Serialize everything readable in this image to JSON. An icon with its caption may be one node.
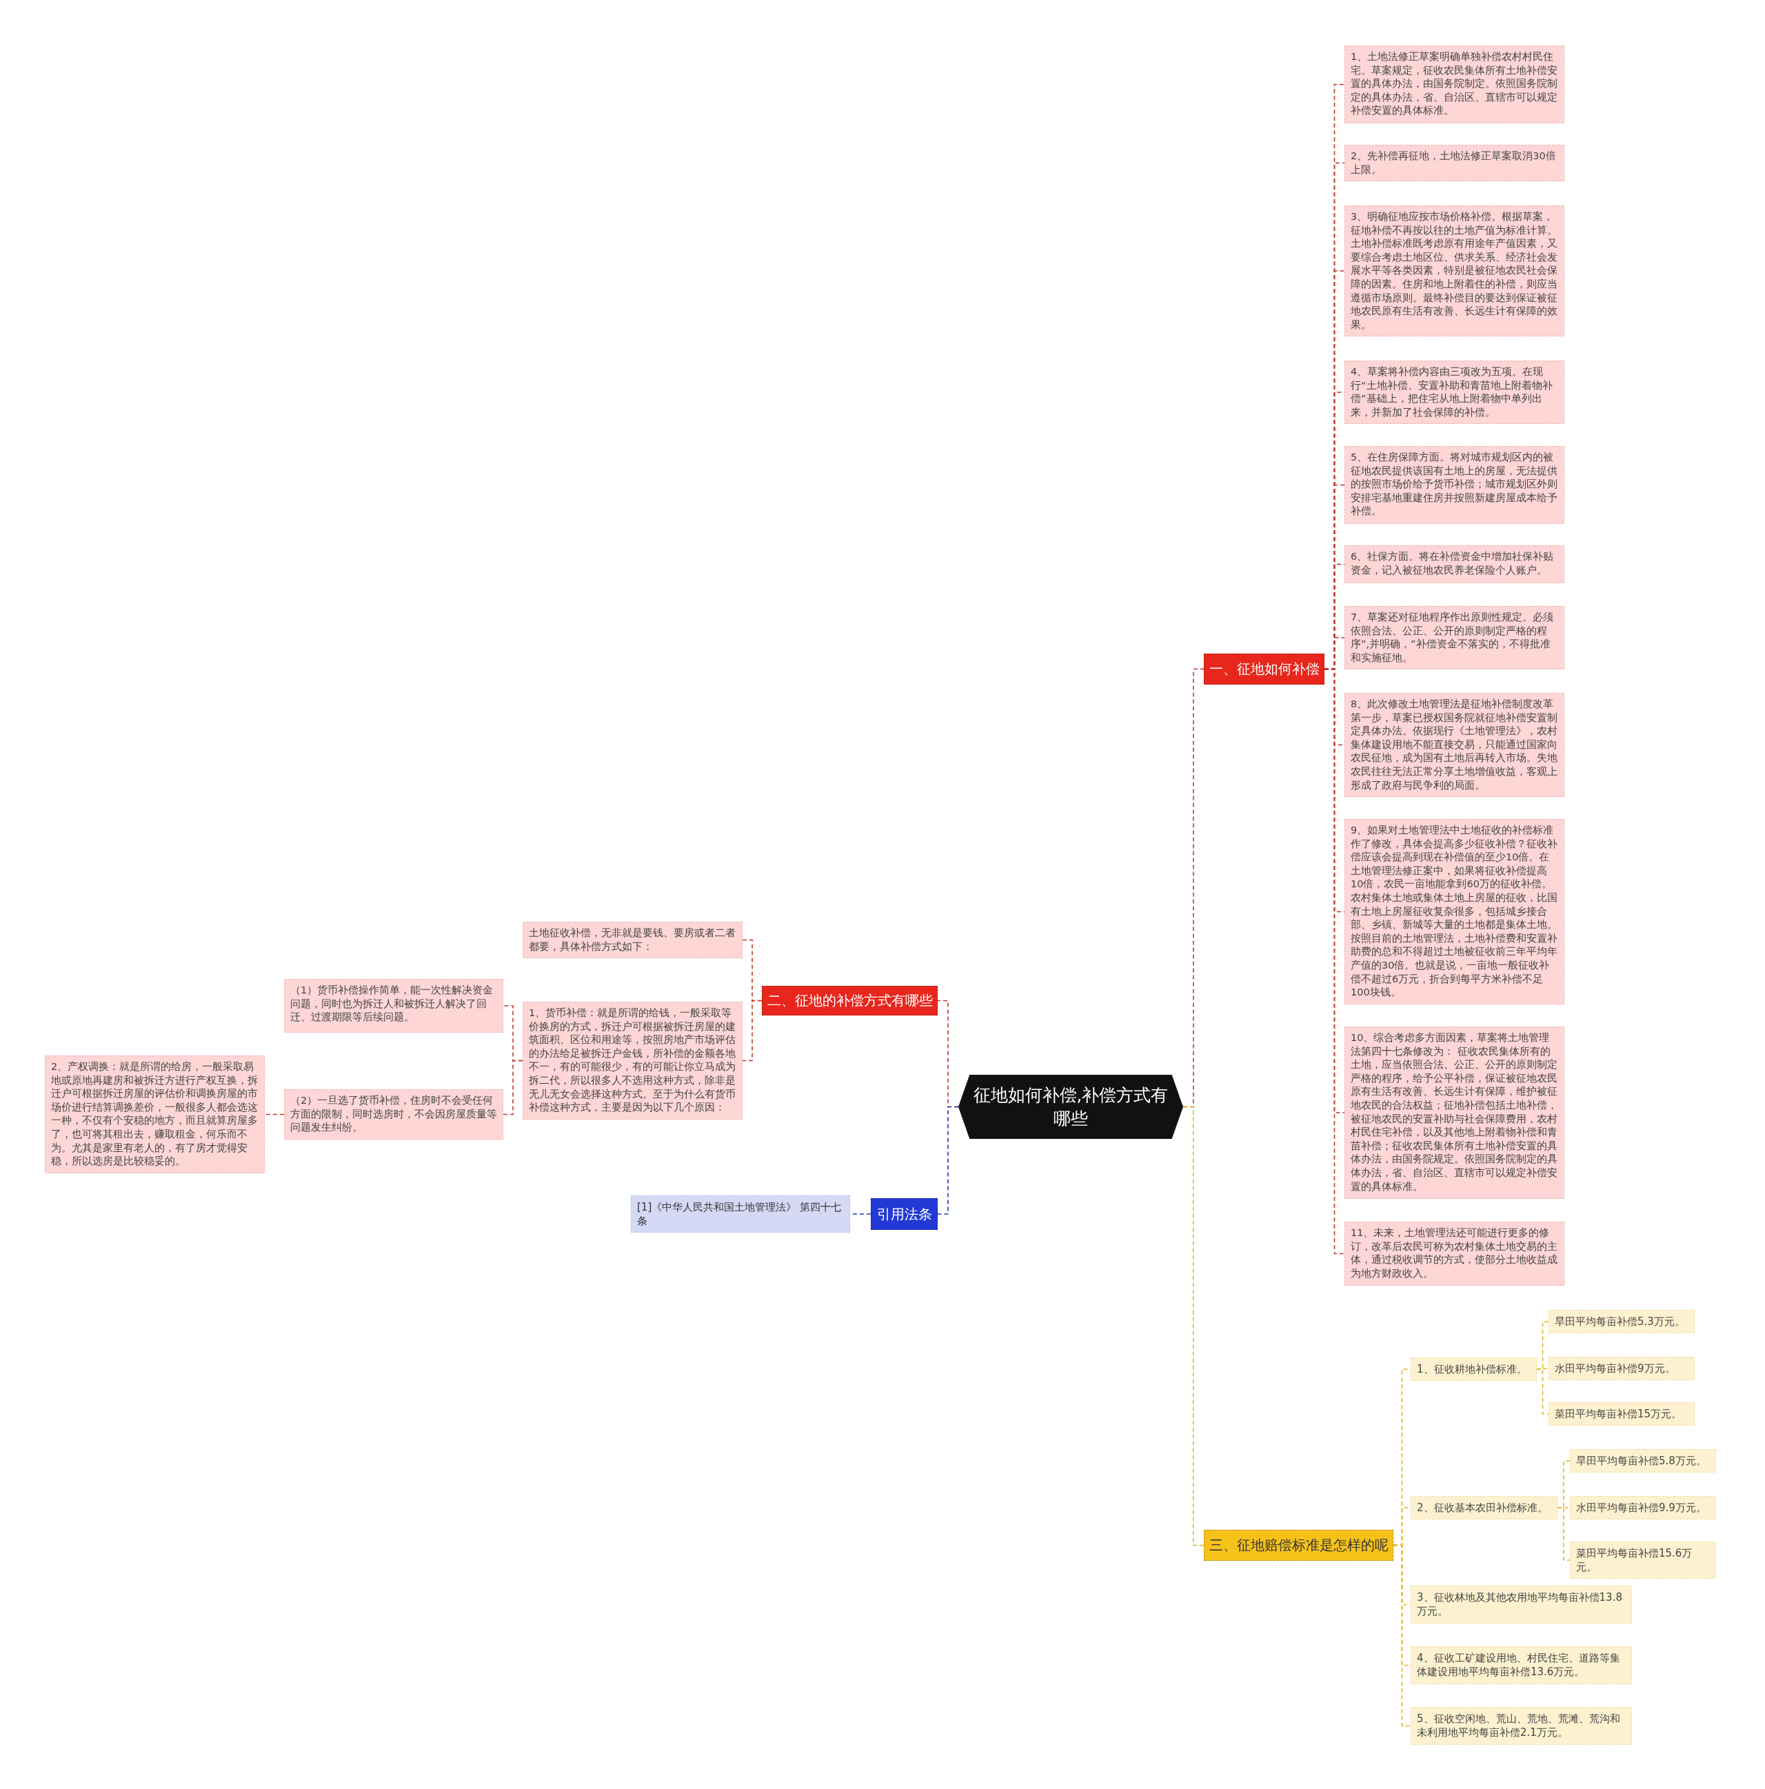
{
  "diagram": {
    "nodes": [
      {
        "text": [
          "征地如何补偿,补偿方式有哪些"
        ]
      },
      {
        "text": [
          "一、征地如何补偿"
        ]
      },
      {
        "text": [
          "1、土地法修正草案明确单独补偿农村村民住宅。草案规定，征收农民集体所有土地补偿安置的具体办法，由国务院制定。依照国务院制定的具体办法，省、自治区、直辖市可以规定补偿安置的具体标准。"
        ]
      },
      {
        "text": [
          "2、先补偿再征地，土地法修正草案取消30倍上限。"
        ]
      },
      {
        "text": [
          "3、明确征地应按市场价格补偿。根据草案，征地补偿不再按以往的土地产值为标准计算。土地补偿标准既考虑原有用途年产值因素，又要综合考虑土地区位、供求关系、经济社会发展水平等各类因素，特别是被征地农民社会保障的因素。住房和地上附着住的补偿，则应当遵循市场原则。最终补偿目的要达到保证被征地农民原有生活有改善、长远生计有保障的效果。"
        ]
      },
      {
        "text": [
          "4、草案将补偿内容由三项改为五项。在现行“土地补偿、安置补助和青苗地上附着物补偿”基础上，把住宅从地上附着物中单列出来，并新加了社会保障的补偿。"
        ]
      },
      {
        "text": [
          "5、在住房保障方面。将对城市规划区内的被征地农民提供该国有土地上的房屋，无法提供的按照市场价给予货币补偿；城市规划区外则安排宅基地重建住房并按照新建房屋成本给予补偿。"
        ]
      },
      {
        "text": [
          "6、社保方面。将在补偿资金中增加社保补贴资金，记入被征地农民养老保险个人账户。"
        ]
      },
      {
        "text": [
          "7、草案还对征地程序作出原则性规定。必须依照合法、公正、公开的原则制定严格的程序”,并明确，”补偿资金不落实的，不得批准和实施征地。"
        ]
      },
      {
        "text": [
          "8、此次修改土地管理法是征地补偿制度改革第一步，草案已授权国务院就征地补偿安置制定具体办法。依据现行《土地管理法》，农村集体建设用地不能直接交易，只能通过国家向农民征地，成为国有土地后再转入市场。失地农民往往无法正常分享土地增值收益，客观上形成了政府与民争利的局面。"
        ]
      },
      {
        "text": [
          "9、如果对土地管理法中土地征收的补偿标准作了修改，具体会提高多少征收补偿？征收补偿应该会提高到现在补偿值的至少10倍。在土地管理法修正案中，如果将征收补偿提高10倍，农民一亩地能拿到60万的征收补偿。农村集体土地或集体土地上房屋的征收，比国有土地上房屋征收复杂很多，包括城乡接合部、乡镇、新城等大量的土地都是集体土地。按照目前的土地管理法，土地补偿费和安置补助费的总和不得超过土地被征收前三年平均年产值的30倍。也就是说，一亩地一般征收补偿不超过6万元，折合到每平方米补偿不足100块钱。"
        ]
      },
      {
        "text": [
          "10、综合考虑多方面因素，草案将土地管理法第四十七条修改为： 征收农民集体所有的土地，应当依照合法、公正、公开的原则制定严格的程序，给予公平补偿，保证被征地农民原有生活有改善、长远生计有保障，维护被征地农民的合法权益；征地补偿包括土地补偿，被征地农民的安置补助与社会保障费用，农村村民住宅补偿，以及其他地上附着物补偿和青苗补偿；征收农民集体所有土地补偿安置的具体办法，由国务院规定。依照国务院制定的具体办法，省、自治区、直辖市可以规定补偿安置的具体标准。"
        ]
      },
      {
        "text": [
          "11、未来，土地管理法还可能进行更多的修订，改革后农民可称为农村集体土地交易的主体，通过税收调节的方式，使部分土地收益成为地方财政收入。"
        ]
      },
      {
        "text": [
          "三、征地赔偿标准是怎样的呢"
        ]
      },
      {
        "text": [
          "1、征收耕地补偿标准。"
        ]
      },
      {
        "text": [
          "旱田平均每亩补偿5.3万元。"
        ]
      },
      {
        "text": [
          "水田平均每亩补偿9万元。"
        ]
      },
      {
        "text": [
          "菜田平均每亩补偿15万元。"
        ]
      },
      {
        "text": [
          "2、征收基本农田补偿标准。"
        ]
      },
      {
        "text": [
          "旱田平均每亩补偿5.8万元。"
        ]
      },
      {
        "text": [
          "水田平均每亩补偿9.9万元。"
        ]
      },
      {
        "text": [
          "菜田平均每亩补偿15.6万元。"
        ]
      },
      {
        "text": [
          "3、征收林地及其他农用地平均每亩补偿13.8万元。"
        ]
      },
      {
        "text": [
          "4、征收工矿建设用地、村民住宅、道路等集体建设用地平均每亩补偿13.6万元。"
        ]
      },
      {
        "text": [
          "5、征收空闲地、荒山、荒地、荒滩、荒沟和未利用地平均每亩补偿2.1万元。"
        ]
      },
      {
        "text": [
          "二、征地的补偿方式有哪些"
        ]
      },
      {
        "text": [
          "土地征收补偿，无非就是要钱、要房或者二者都要，具体补偿方式如下："
        ]
      },
      {
        "text": [
          "1、货币补偿：就是所谓的给钱，一般采取等价换房的方式，拆迁户可根据被拆迁房屋的建筑面积、区位和用途等，按照房地产市场评估的办法给足被拆迁户金钱，所补偿的金额各地不一，有的可能很少，有的可能让你立马成为拆二代，所以很多人不选用这种方式，除非是无儿无女会选择这种方式。至于为什么有货币补偿这种方式，主要是因为以下几个原因："
        ]
      },
      {
        "text": [
          "（1）货币补偿操作简单，能一次性解决资金问题，同时也为拆迁人和被拆迁人解决了回迁、过渡期限等后续问题。"
        ]
      },
      {
        "text": [
          "（2）一旦选了货币补偿，住房时不会受任何方面的限制，同时选房时，不会因房屋质量等问题发生纠纷。"
        ]
      },
      {
        "text": [
          "2、产权调换：就是所谓的给房，一般采取易地或原地再建房和被拆迁方进行产权互换，拆迁户可根据拆迁房屋的评估价和调换房屋的市场价进行结算调换差价，一般很多人都会选这一种，不仅有个安稳的地方，而且就算房屋多了，也可将其租出去，赚取租金，何乐而不为。尤其是家里有老人的，有了房才觉得安稳，所以选房是比较稳妥的。"
        ]
      },
      {
        "text": [
          "引用法条"
        ]
      },
      {
        "text": [
          "[1]《中华人民共和国土地管理法》 第四十七条"
        ]
      }
    ],
    "edges": [
      {
        "from": 0,
        "to": 1,
        "arrow": "none",
        "color": "#c0392b"
      },
      {
        "from": 1,
        "to": 2,
        "arrow": "none",
        "color": "#c0392b"
      },
      {
        "from": 1,
        "to": 3,
        "arrow": "none",
        "color": "#c0392b"
      },
      {
        "from": 1,
        "to": 4,
        "arrow": "none",
        "color": "#c0392b"
      },
      {
        "from": 1,
        "to": 5,
        "arrow": "none",
        "color": "#c0392b"
      },
      {
        "from": 1,
        "to": 6,
        "arrow": "none",
        "color": "#c0392b"
      },
      {
        "from": 1,
        "to": 7,
        "arrow": "none",
        "color": "#c0392b"
      },
      {
        "from": 1,
        "to": 8,
        "arrow": "none",
        "color": "#c0392b"
      },
      {
        "from": 1,
        "to": 9,
        "arrow": "none",
        "color": "#c0392b"
      },
      {
        "from": 1,
        "to": 10,
        "arrow": "none",
        "color": "#c0392b"
      },
      {
        "from": 1,
        "to": 11,
        "arrow": "none",
        "color": "#c0392b"
      },
      {
        "from": 1,
        "to": 12,
        "arrow": "none",
        "color": "#c0392b"
      },
      {
        "from": 0,
        "to": 13,
        "arrow": "none",
        "color": "#e0b526"
      },
      {
        "from": 13,
        "to": 14,
        "arrow": "none",
        "color": "#e0b526"
      },
      {
        "from": 14,
        "to": 15,
        "arrow": "none",
        "color": "#e0b526"
      },
      {
        "from": 14,
        "to": 16,
        "arrow": "none",
        "color": "#e0b526"
      },
      {
        "from": 14,
        "to": 17,
        "arrow": "none",
        "color": "#e0b526"
      },
      {
        "from": 13,
        "to": 18,
        "arrow": "none",
        "color": "#e0b526"
      },
      {
        "from": 18,
        "to": 19,
        "arrow": "none",
        "color": "#e0b526"
      },
      {
        "from": 18,
        "to": 20,
        "arrow": "none",
        "color": "#e0b526"
      },
      {
        "from": 18,
        "to": 21,
        "arrow": "none",
        "color": "#e0b526"
      },
      {
        "from": 13,
        "to": 22,
        "arrow": "none",
        "color": "#e0b526"
      },
      {
        "from": 13,
        "to": 23,
        "arrow": "none",
        "color": "#e0b526"
      },
      {
        "from": 13,
        "to": 24,
        "arrow": "none",
        "color": "#e0b526"
      },
      {
        "from": 0,
        "to": 25,
        "arrow": "none",
        "color": "#c0392b"
      },
      {
        "from": 25,
        "to": 26,
        "arrow": "none",
        "color": "#c0392b"
      },
      {
        "from": 25,
        "to": 27,
        "arrow": "none",
        "color": "#c0392b"
      },
      {
        "from": 27,
        "to": 28,
        "arrow": "none",
        "color": "#c0392b"
      },
      {
        "from": 27,
        "to": 29,
        "arrow": "none",
        "color": "#c0392b"
      },
      {
        "from": 29,
        "to": 30,
        "arrow": "none",
        "color": "#c0392b"
      },
      {
        "from": 0,
        "to": 31,
        "arrow": "none",
        "color": "#2238b0"
      },
      {
        "from": 31,
        "to": 32,
        "arrow": "none",
        "color": "#2238b0"
      }
    ]
  }
}
